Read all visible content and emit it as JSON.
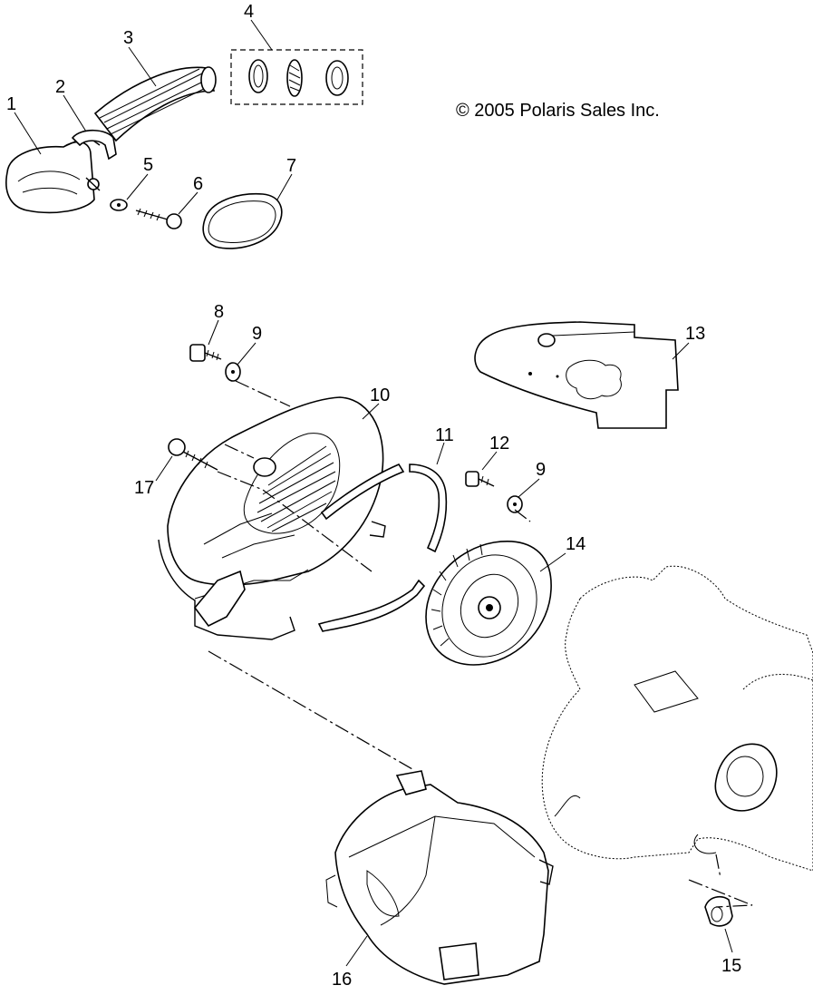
{
  "diagram": {
    "copyright": "© 2005 Polaris Sales Inc.",
    "callouts": [
      "1",
      "2",
      "3",
      "4",
      "5",
      "6",
      "7",
      "8",
      "9",
      "10",
      "11",
      "12",
      "9",
      "13",
      "14",
      "15",
      "16",
      "17"
    ]
  }
}
